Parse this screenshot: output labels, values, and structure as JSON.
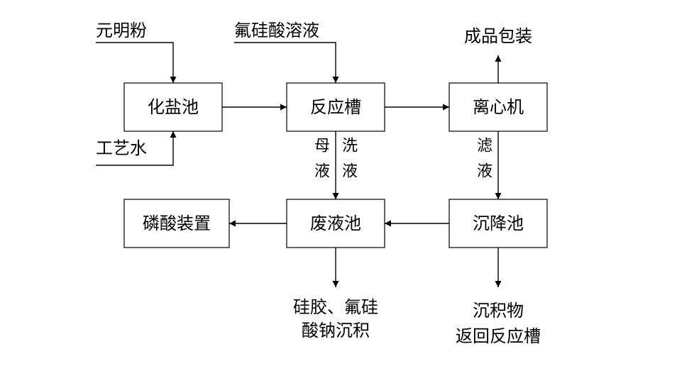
{
  "nodes": {
    "salt_pool": "化盐池",
    "reaction_tank": "反应槽",
    "centrifuge": "离心机",
    "phosphoric_device": "磷酸装置",
    "waste_pool": "废液池",
    "settling_pool": "沉降池"
  },
  "inputs": {
    "glauber_salt": "元明粉",
    "process_water": "工艺水",
    "fluorosilicic_acid": "氟硅酸溶液"
  },
  "outputs": {
    "product_packaging": "成品包装",
    "silica_gel_line1": "硅胶、氟硅",
    "silica_gel_line2": "酸钠沉积",
    "sediment_line1": "沉积物",
    "sediment_line2": "返回反应槽"
  },
  "flow_labels": {
    "mother_liquor": [
      "母",
      "液"
    ],
    "washing_liquor": [
      "洗",
      "液"
    ],
    "filtrate": [
      "滤",
      "液"
    ]
  }
}
